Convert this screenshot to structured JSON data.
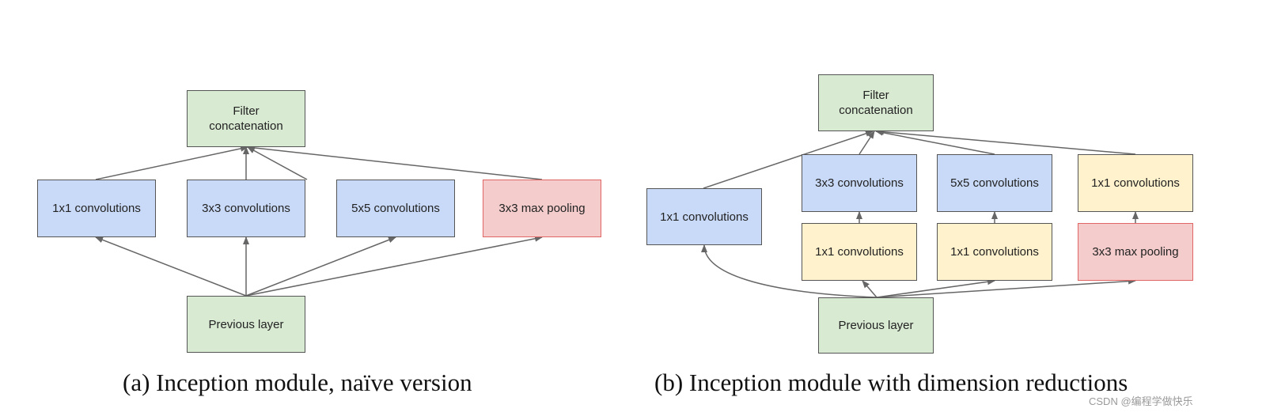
{
  "colors": {
    "input_and_concat": "#d9ead3",
    "convolution": "#c9daf8",
    "reduction_convolution": "#fff2cc",
    "pooling": "#f4cccc",
    "pooling_border": "#e06666",
    "edge": "#666666"
  },
  "diagram_a": {
    "caption": "(a) Inception module, naïve version",
    "nodes": {
      "concat": "Filter\nconcatenation",
      "conv1": "1x1 convolutions",
      "conv3": "3x3 convolutions",
      "conv5": "5x5 convolutions",
      "pool": "3x3 max pooling",
      "prev": "Previous layer"
    }
  },
  "diagram_b": {
    "caption": "(b) Inception module with dimension reductions",
    "nodes": {
      "concat": "Filter\nconcatenation",
      "conv1_direct": "1x1 convolutions",
      "conv3": "3x3 convolutions",
      "conv5": "5x5 convolutions",
      "conv1_after_pool": "1x1 convolutions",
      "reduce_before_3x3": "1x1 convolutions",
      "reduce_before_5x5": "1x1 convolutions",
      "pool": "3x3 max pooling",
      "prev": "Previous layer"
    }
  },
  "watermark": "CSDN @编程学做快乐"
}
